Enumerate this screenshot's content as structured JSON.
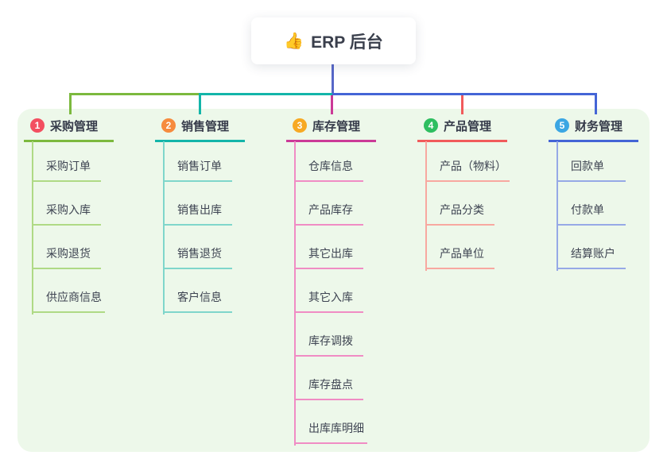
{
  "root": {
    "icon": "👍",
    "label": "ERP 后台"
  },
  "panel": {
    "bg": "#edf8ea"
  },
  "connectors": {
    "stem": "#5767c8",
    "green": "#7cb93e",
    "teal": "#13b5a9",
    "blue": "#4465d6",
    "magenta": "#cb3a97",
    "red": "#f15b5b"
  },
  "branches": [
    {
      "num": "1",
      "label": "采购管理",
      "colors": {
        "circle": "#f34f60",
        "line": "#7cb93e",
        "light": "#afda85"
      },
      "items": [
        "采购订单",
        "采购入库",
        "采购退货",
        "供应商信息"
      ]
    },
    {
      "num": "2",
      "label": "销售管理",
      "colors": {
        "circle": "#f68b3e",
        "line": "#13b5a9",
        "light": "#7fd6cb"
      },
      "items": [
        "销售订单",
        "销售出库",
        "销售退货",
        "客户信息"
      ]
    },
    {
      "num": "3",
      "label": "库存管理",
      "colors": {
        "circle": "#f7a923",
        "line": "#cb3a97",
        "light": "#f08cc4"
      },
      "items": [
        "仓库信息",
        "产品库存",
        "其它出库",
        "其它入库",
        "库存调拨",
        "库存盘点",
        "出库库明细"
      ]
    },
    {
      "num": "4",
      "label": "产品管理",
      "colors": {
        "circle": "#2ebe60",
        "line": "#f15b5b",
        "light": "#f8a8a0"
      },
      "items": [
        "产品（物料）",
        "产品分类",
        "产品单位"
      ]
    },
    {
      "num": "5",
      "label": "财务管理",
      "colors": {
        "circle": "#3ba6e3",
        "line": "#4465d6",
        "light": "#96a9e6"
      },
      "items": [
        "回款单",
        "付款单",
        "结算账户"
      ]
    }
  ]
}
